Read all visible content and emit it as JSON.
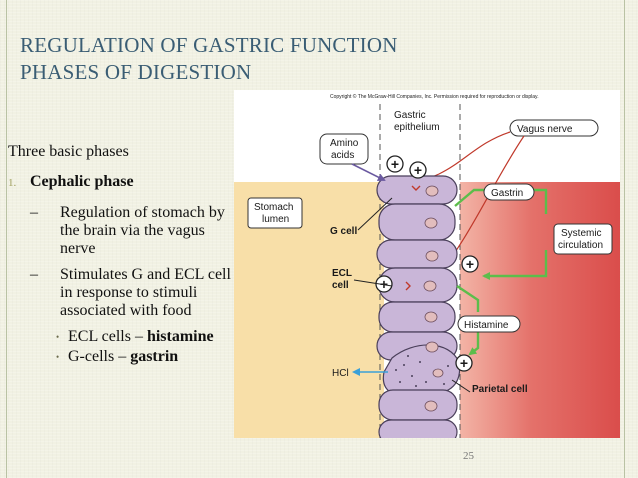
{
  "slide": {
    "title_line1": "REGULATION OF GASTRIC FUNCTION",
    "title_line2": "PHASES OF DIGESTION",
    "intro": "Three basic phases",
    "item1_number": "1.",
    "item1_label": "Cephalic phase",
    "sub1_dash": "–",
    "sub1_text": "Regulation of stomach by the brain via the vagus nerve",
    "sub2_dash": "–",
    "sub2_text": "Stimulates G and ECL cell in response to stimuli associated with food",
    "bullet1_plain": "ECL cells – ",
    "bullet1_bold": "histamine",
    "bullet2_plain": "G-cells – ",
    "bullet2_bold": "gastrin",
    "bullet_glyph": "•",
    "page_number": "25"
  },
  "diagram": {
    "copyright": "Copyright © The McGraw-Hill Companies, Inc. Permission required for reproduction or display.",
    "gastric_line1": "Gastric",
    "gastric_line2": "epithelium",
    "vagus_nerve": "Vagus nerve",
    "amino_line1": "Amino",
    "amino_line2": "acids",
    "gastrin": "Gastrin",
    "stomach_line1": "Stomach",
    "stomach_line2": "lumen",
    "g_cell": "G cell",
    "ecl_line1": "ECL",
    "ecl_line2": "cell",
    "systemic_line1": "Systemic",
    "systemic_line2": "circulation",
    "histamine": "Histamine",
    "hcl": "HCl",
    "parietal_cell": "Parietal cell",
    "plus": "+",
    "colors": {
      "lumen": "#f8dfa8",
      "blood": "#e05a55",
      "cell_fill": "#c9b6d8",
      "cell_stroke": "#4a3f5a",
      "green_arrow": "#5cbd4b",
      "nerve": "#c0392b",
      "hcl_arrow": "#3aa0d8",
      "amino_arrow": "#6b5aa0"
    }
  }
}
